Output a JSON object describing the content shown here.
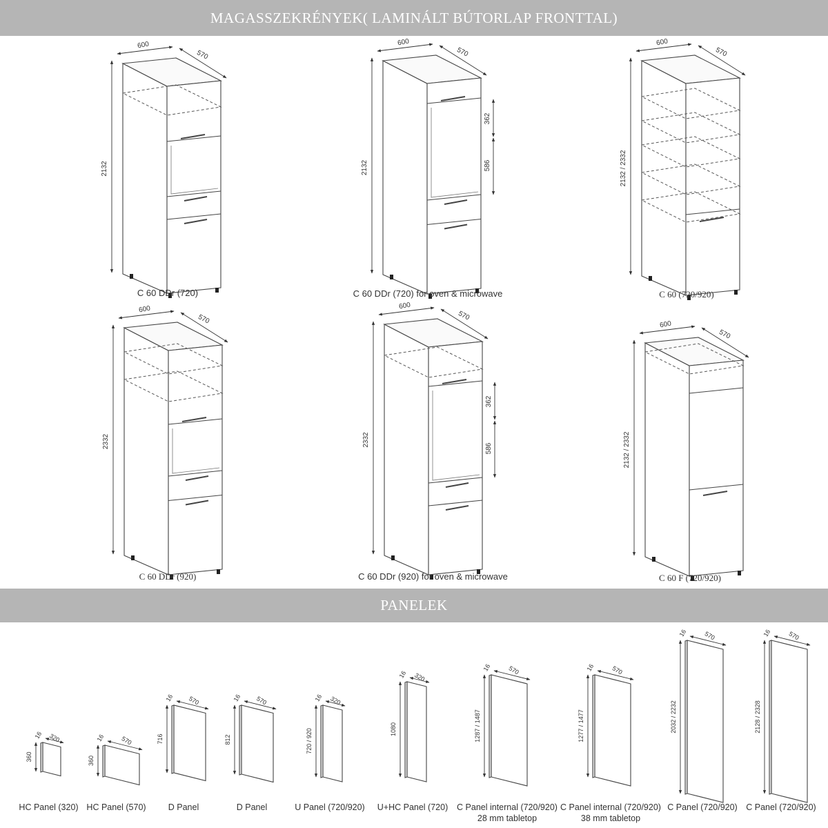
{
  "sections": {
    "tall_cabinets_title": "MAGASSZEKRÉNYEK( LAMINÁLT BÚTORLAP FRONTTAL)",
    "panels_title": "PANELEK"
  },
  "cabinets": [
    {
      "label": "C 60 DDr (720)",
      "width": "600",
      "depth": "570",
      "height": "2132"
    },
    {
      "label": "C 60 DDr (720)",
      "label_suffix": "for oven & microwave",
      "width": "600",
      "depth": "570",
      "height": "2132",
      "dim_upper": "362",
      "dim_lower": "586"
    },
    {
      "label": "C 60 (720/920)",
      "width": "600",
      "depth": "570",
      "height": "2132 / 2332"
    },
    {
      "label": "C 60 DDr (920)",
      "width": "600",
      "depth": "570",
      "height": "2332"
    },
    {
      "label": "C 60 DDr (920)",
      "label_suffix": "for oven & microwave",
      "width": "600",
      "depth": "570",
      "height": "2332",
      "dim_upper": "362",
      "dim_lower": "586"
    },
    {
      "label": "C 60 F (720/920)",
      "width": "600",
      "depth": "570",
      "height": "2132 / 2332"
    }
  ],
  "panels": [
    {
      "label": "HC Panel (320)",
      "thickness": "16",
      "depth": "320",
      "height": "360"
    },
    {
      "label": "HC Panel (570)",
      "thickness": "16",
      "depth": "570",
      "height": "360"
    },
    {
      "label": "D Panel",
      "thickness": "16",
      "depth": "570",
      "height": "716"
    },
    {
      "label": "D Panel",
      "thickness": "16",
      "depth": "570",
      "height": "812"
    },
    {
      "label": "U Panel (720/920)",
      "thickness": "16",
      "depth": "320",
      "height": "720 / 920"
    },
    {
      "label": "U+HC Panel (720)",
      "thickness": "16",
      "depth": "320",
      "height": "1080"
    },
    {
      "label": "C Panel internal (720/920)",
      "label_line2": "28 mm tabletop",
      "thickness": "16",
      "depth": "570",
      "height": "1287 / 1487"
    },
    {
      "label": "C Panel internal (720/920)",
      "label_line2": "38 mm tabletop",
      "thickness": "16",
      "depth": "570",
      "height": "1277 / 1477"
    },
    {
      "label": "C Panel (720/920)",
      "thickness": "16",
      "depth": "570",
      "height": "2032 / 2232"
    },
    {
      "label": "C Panel (720/920)",
      "thickness": "16",
      "depth": "570",
      "height": "2128 / 2328"
    }
  ]
}
